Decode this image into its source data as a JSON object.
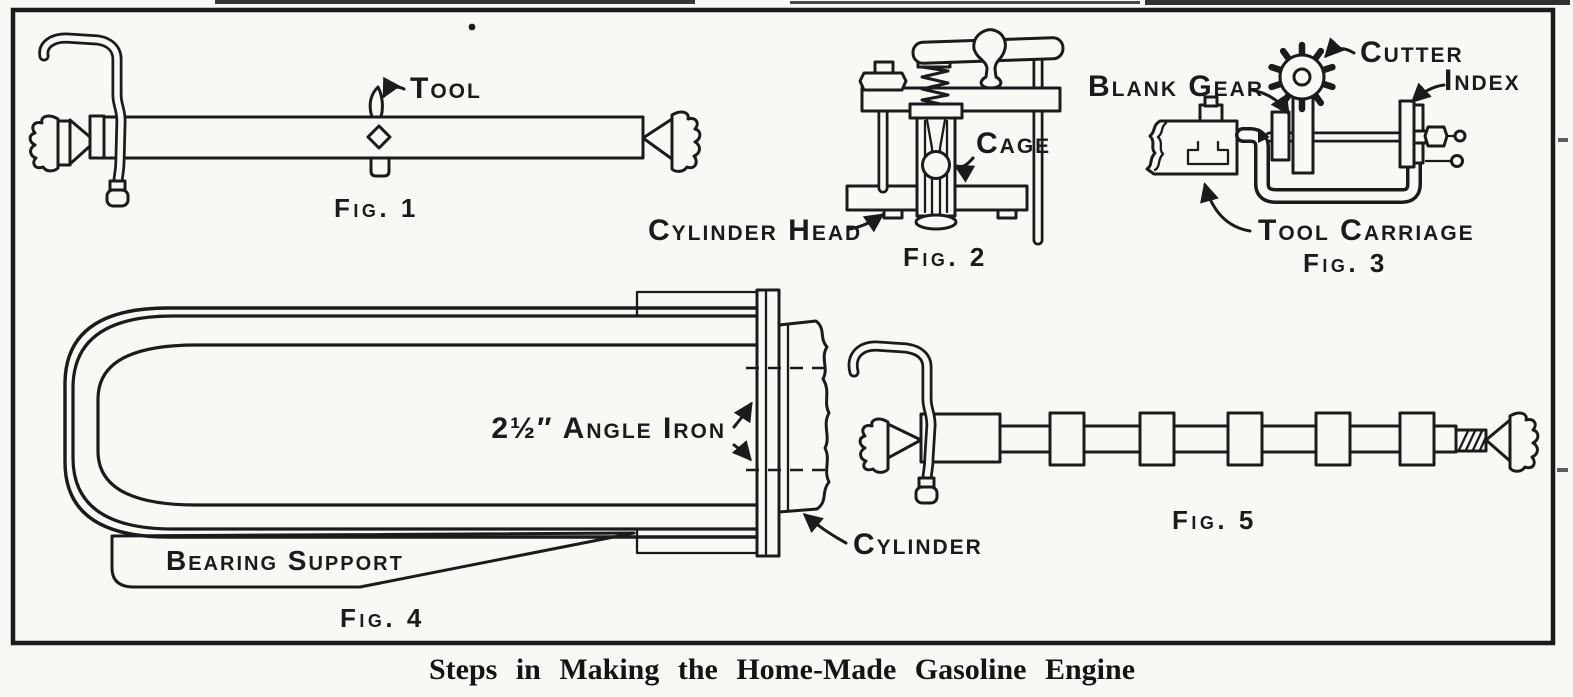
{
  "plate": {
    "caption": "Steps in Making the Home-Made Gasoline Engine",
    "colors": {
      "ink": "#1b1b1b",
      "paper": "#f9f8f4"
    },
    "figures": {
      "fig1": {
        "label": "Fig. 1",
        "callouts": {
          "tool": "Tool"
        }
      },
      "fig2": {
        "label": "Fig. 2",
        "callouts": {
          "cage": "Cage",
          "cylinder_head": "Cylinder Head"
        }
      },
      "fig3": {
        "label": "Fig. 3",
        "callouts": {
          "cutter": "Cutter",
          "blank_gear": "Blank Gear",
          "index": "Index",
          "tool_carriage": "Tool Carriage"
        }
      },
      "fig4": {
        "label": "Fig. 4",
        "callouts": {
          "angle_iron": "2½″ Angle Iron",
          "cylinder": "Cylinder",
          "bearing_support": "Bearing Support"
        }
      },
      "fig5": {
        "label": "Fig. 5"
      }
    }
  }
}
